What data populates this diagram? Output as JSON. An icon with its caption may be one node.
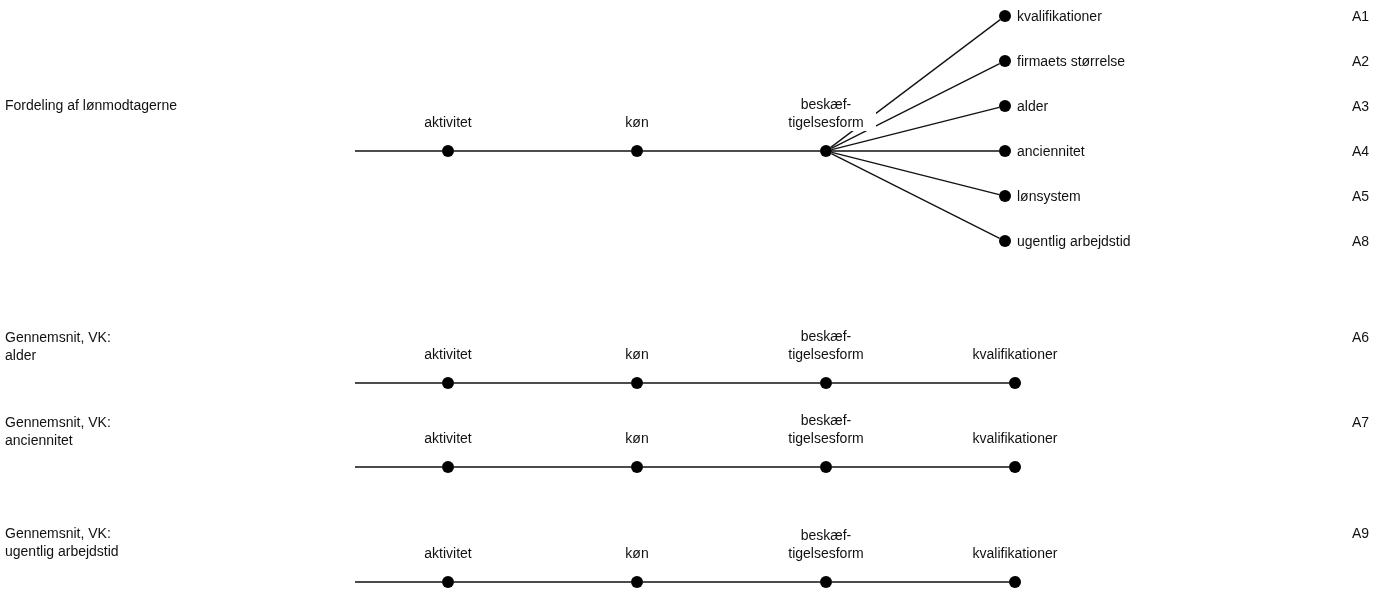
{
  "diagram": {
    "nodes": [
      {
        "text": [
          "aktivitet"
        ]
      },
      {
        "text": [
          "køn"
        ]
      },
      {
        "text": [
          "beskæf- tigelsesform"
        ]
      },
      {
        "text": [
          "kvalifikationer"
        ]
      },
      {
        "text": [
          "firmaets størrelse"
        ]
      },
      {
        "text": [
          "alder"
        ]
      },
      {
        "text": [
          "anciennitet"
        ]
      },
      {
        "text": [
          "lønsystem"
        ]
      },
      {
        "text": [
          "ugentlig arbejdstid"
        ]
      },
      {
        "text": [
          "aktivitet"
        ]
      },
      {
        "text": [
          "køn"
        ]
      },
      {
        "text": [
          "beskæf- tigelsesform"
        ]
      },
      {
        "text": [
          "kvalifikationer"
        ]
      },
      {
        "text": [
          "aktivitet"
        ]
      },
      {
        "text": [
          "køn"
        ]
      },
      {
        "text": [
          "beskæf- tigelsesform"
        ]
      },
      {
        "text": [
          "kvalifikationer"
        ]
      },
      {
        "text": [
          "aktivitet"
        ]
      },
      {
        "text": [
          "køn"
        ]
      },
      {
        "text": [
          "beskæf- tigelsesform"
        ]
      },
      {
        "text": [
          "kvalifikationer"
        ]
      }
    ],
    "edges": [
      {
        "from": null,
        "to": 0,
        "arrow": "none"
      },
      {
        "from": 0,
        "to": 1,
        "arrow": "none"
      },
      {
        "from": 1,
        "to": 2,
        "arrow": "none"
      },
      {
        "from": 2,
        "to": 3,
        "arrow": "none"
      },
      {
        "from": 2,
        "to": 4,
        "arrow": "none"
      },
      {
        "from": 2,
        "to": 5,
        "arrow": "none"
      },
      {
        "from": 2,
        "to": 6,
        "arrow": "none"
      },
      {
        "from": 2,
        "to": 7,
        "arrow": "none"
      },
      {
        "from": 2,
        "to": 8,
        "arrow": "none"
      },
      {
        "from": null,
        "to": 9,
        "arrow": "none"
      },
      {
        "from": 9,
        "to": 10,
        "arrow": "none"
      },
      {
        "from": 10,
        "to": 11,
        "arrow": "none"
      },
      {
        "from": 11,
        "to": 12,
        "arrow": "none"
      },
      {
        "from": null,
        "to": 13,
        "arrow": "none"
      },
      {
        "from": 13,
        "to": 14,
        "arrow": "none"
      },
      {
        "from": 14,
        "to": 15,
        "arrow": "none"
      },
      {
        "from": 15,
        "to": 16,
        "arrow": "none"
      },
      {
        "from": null,
        "to": 17,
        "arrow": "none"
      },
      {
        "from": 17,
        "to": 18,
        "arrow": "none"
      },
      {
        "from": 18,
        "to": 19,
        "arrow": "none"
      },
      {
        "from": 19,
        "to": 20,
        "arrow": "none"
      }
    ],
    "labels": [
      "Fordeling af lønmodtagerne",
      "A1",
      "A2",
      "A3",
      "A4",
      "A5",
      "A8",
      "Gennemsnit, VK: alder",
      "A6",
      "Gennemsnit, VK: anciennitet",
      "A7",
      "Gennemsnit, VK: ugentlig arbejdstid",
      "A9"
    ]
  }
}
